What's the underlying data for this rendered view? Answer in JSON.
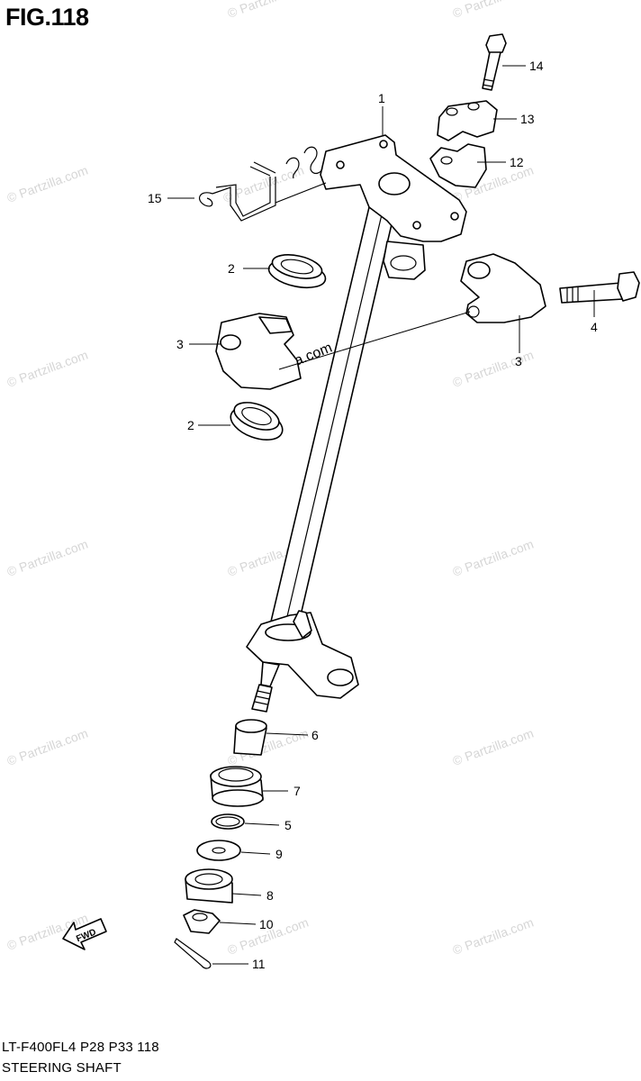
{
  "figure_title": "FIG.118",
  "footer": {
    "model_code": "LT-F400FL4  P28  P33  118",
    "section_name": "STEERING SHAFT"
  },
  "watermark_text": "© Partzilla.com",
  "fwd_label": "FWD",
  "callouts": [
    "1",
    "2",
    "2",
    "3",
    "3",
    "4",
    "5",
    "6",
    "7",
    "8",
    "9",
    "10",
    "11",
    "12",
    "13",
    "14",
    "15"
  ],
  "colors": {
    "line": "#000000",
    "watermark": "#d6d6d6",
    "background": "#ffffff"
  }
}
